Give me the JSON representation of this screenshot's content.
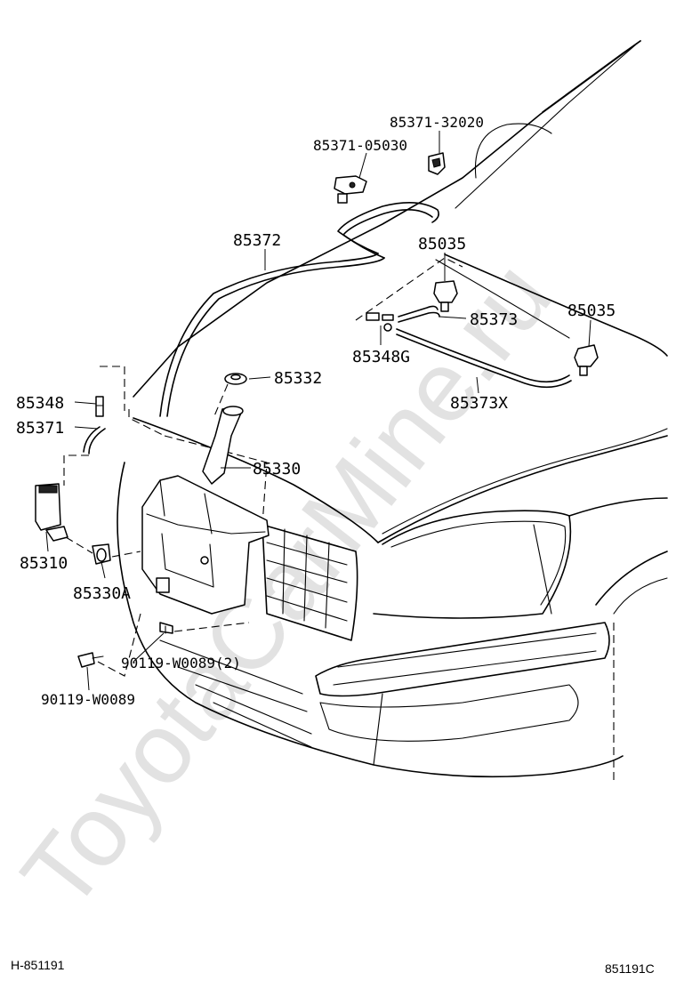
{
  "watermark": "ToyotaCarMine.ru",
  "labels": {
    "p85371_32020": "85371-32020",
    "p85371_05030": "85371-05030",
    "p85372": "85372",
    "p85035_a": "85035",
    "p85035_b": "85035",
    "p85373": "85373",
    "p85348G": "85348G",
    "p85373X": "85373X",
    "p85332": "85332",
    "p85348": "85348",
    "p85371": "85371",
    "p85330": "85330",
    "p85310": "85310",
    "p85330A": "85330A",
    "p90119_W0089_2": "90119-W0089(2)",
    "p90119_W0089": "90119-W0089"
  },
  "footer": {
    "left": "H-851191",
    "right": "851191C"
  }
}
